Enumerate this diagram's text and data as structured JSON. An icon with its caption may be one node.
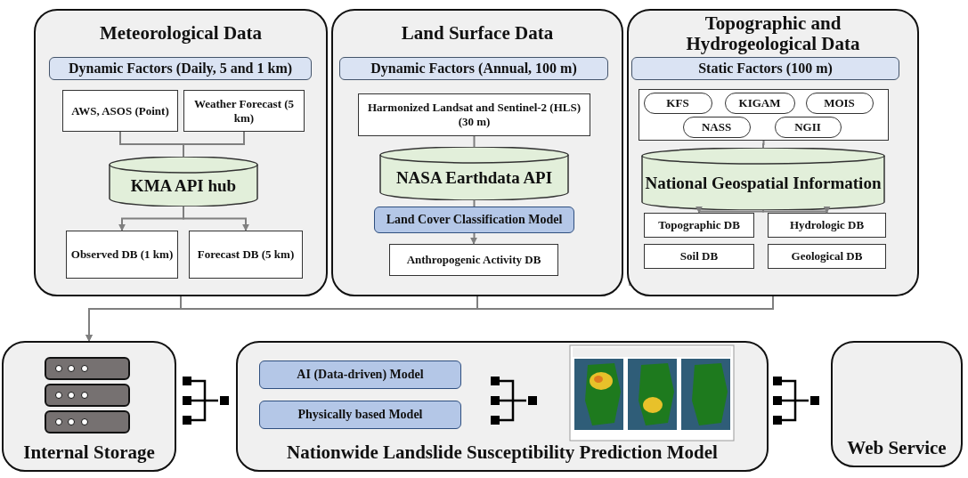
{
  "diagram": {
    "nodes": [
      {
        "text": [
          "Meteorological Data"
        ]
      },
      {
        "text": [
          "Dynamic Factors (Daily, 5 and 1 km)"
        ],
        "in": 0
      },
      {
        "text": [
          "AWS, ASOS (Point)"
        ],
        "in": 0
      },
      {
        "text": [
          "Weather Forecast (5 km)"
        ],
        "in": 0
      },
      {
        "text": [
          "KMA API hub"
        ],
        "in": 0
      },
      {
        "text": [
          "Observed DB (1 km)"
        ],
        "in": 0
      },
      {
        "text": [
          "Forecast DB (5 km)"
        ],
        "in": 0
      },
      {
        "text": [
          "Land Surface Data"
        ]
      },
      {
        "text": [
          "Dynamic Factors (Annual, 100 m)"
        ],
        "in": 7
      },
      {
        "text": [
          "Harmonized Landsat and Sentinel-2 (HLS) (30 m)"
        ],
        "in": 7
      },
      {
        "text": [
          "NASA Earthdata API"
        ],
        "in": 7
      },
      {
        "text": [
          "Land Cover Classification Model"
        ],
        "in": 7
      },
      {
        "text": [
          "Anthropogenic Activity DB"
        ],
        "in": 7
      },
      {
        "text": [
          "Topographic and Hydrogeological Data"
        ]
      },
      {
        "text": [
          "Static Factors (100 m)"
        ],
        "in": 13
      },
      {
        "text": [],
        "shape": "box",
        "in": 13
      },
      {
        "text": [
          "KFS"
        ],
        "in": 15
      },
      {
        "text": [
          "KIGAM"
        ],
        "in": 15
      },
      {
        "text": [
          "MOIS"
        ],
        "in": 15
      },
      {
        "text": [
          "NASS"
        ],
        "in": 15
      },
      {
        "text": [
          "NGII"
        ],
        "in": 15
      },
      {
        "text": [
          "National Geospatial Information"
        ],
        "in": 13
      },
      {
        "text": [
          "Topographic DB"
        ],
        "in": 13
      },
      {
        "text": [
          "Hydrologic DB"
        ],
        "in": 13
      },
      {
        "text": [
          "Soil DB"
        ],
        "in": 13
      },
      {
        "text": [
          "Geological DB"
        ],
        "in": 13
      },
      {
        "text": [
          "Internal Storage"
        ]
      },
      {
        "text": [
          "Nationwide Landslide Susceptibility Prediction Model"
        ]
      },
      {
        "text": [
          "AI (Data-driven) Model"
        ],
        "in": 27
      },
      {
        "text": [
          "Physically based Model"
        ],
        "in": 27
      },
      {
        "text": [
          "Web Service"
        ]
      }
    ],
    "edges": [
      {
        "from": 2,
        "to": 4,
        "arrow": "none"
      },
      {
        "from": 3,
        "to": 4,
        "arrow": "none"
      },
      {
        "from": 4,
        "to": 5,
        "arrow": "to"
      },
      {
        "from": 4,
        "to": 6,
        "arrow": "to"
      },
      {
        "from": 9,
        "to": 10,
        "arrow": "none"
      },
      {
        "from": 10,
        "to": 11,
        "arrow": "none"
      },
      {
        "from": 11,
        "to": 12,
        "arrow": "to"
      },
      {
        "from": 15,
        "to": 21,
        "arrow": "none"
      },
      {
        "from": 21,
        "to": 22,
        "arrow": "to"
      },
      {
        "from": 21,
        "to": 23,
        "arrow": "to"
      },
      {
        "from": 0,
        "to": 26,
        "arrow": "to"
      },
      {
        "from": 7,
        "to": 26,
        "arrow": "to"
      },
      {
        "from": 13,
        "to": 26,
        "arrow": "to"
      }
    ]
  }
}
